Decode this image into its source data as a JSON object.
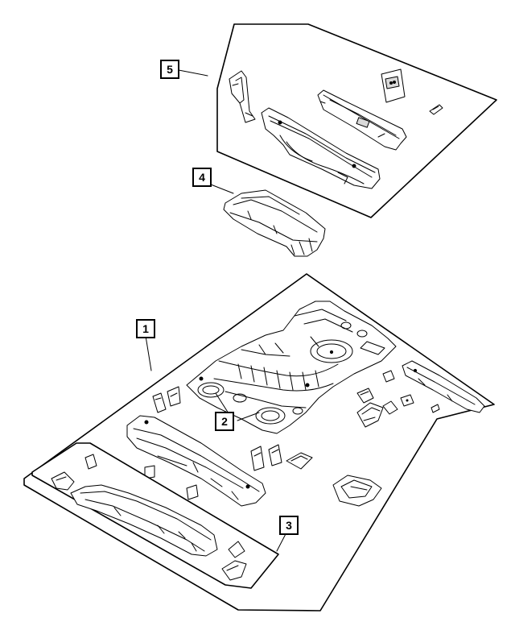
{
  "diagram": {
    "callouts": [
      {
        "label": "1"
      },
      {
        "label": "2"
      },
      {
        "label": "3"
      },
      {
        "label": "4"
      },
      {
        "label": "5"
      }
    ],
    "colors": {
      "line": "#000000",
      "fill": "#ffffff",
      "shade": "#d9d9d9",
      "dark": "#8c8c8c"
    }
  }
}
